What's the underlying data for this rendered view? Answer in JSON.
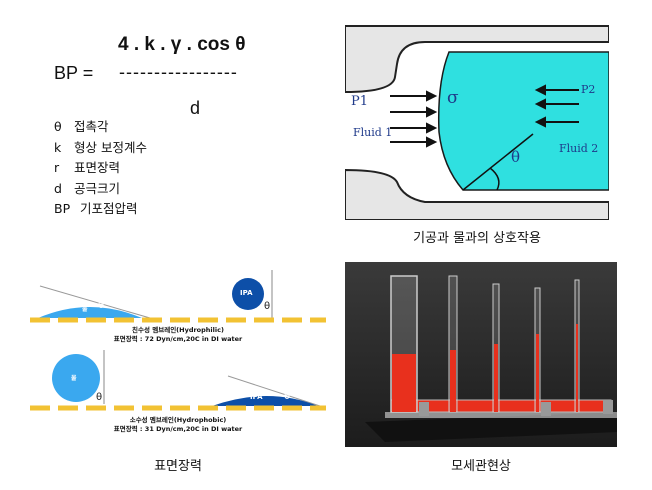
{
  "formula": {
    "numerator": "4 . k . γ . cos θ",
    "lhs": "BP =",
    "dashes": "-----------------",
    "denominator": "d"
  },
  "legend": [
    {
      "symbol": "θ",
      "text": "접촉각"
    },
    {
      "symbol": "k",
      "text": "형상 보정계수"
    },
    {
      "symbol": "r",
      "text": "표면장력"
    },
    {
      "symbol": "d",
      "text": "공극크기"
    },
    {
      "symbol": "BP",
      "text": "기포점압력"
    }
  ],
  "pore_diagram": {
    "p1": "P1",
    "sigma": "σ",
    "fluid1": "Fluid 1",
    "p2": "P2",
    "fluid2": "Fluid 2",
    "theta": "θ",
    "caption": "기공과 물과의 상호작용",
    "colors": {
      "fluid": "#2fe0e0",
      "wall": "#e6e6e6"
    }
  },
  "surface_tension": {
    "drop_water_label": "물",
    "drop_ipa_label": "IPA",
    "theta": "θ",
    "hydrophilic_title": "친수성 멤브레인(Hydrophilic)",
    "hydrophilic_value": "표면장력 : 72 Dyn/cm,20C in DI water",
    "hydrophobic_title": "소수성 멤브레인(Hydrophobic)",
    "hydrophobic_value": "표면장력 : 31 Dyn/cm,20C in DI water",
    "caption": "표면장력",
    "colors": {
      "water": "#3aa8ef",
      "ipa": "#0d4fa8",
      "surface": "#f2c233"
    }
  },
  "capillary": {
    "caption": "모세관현상",
    "colors": {
      "liquid": "#e8301d",
      "background": "#2b2b2b"
    }
  }
}
